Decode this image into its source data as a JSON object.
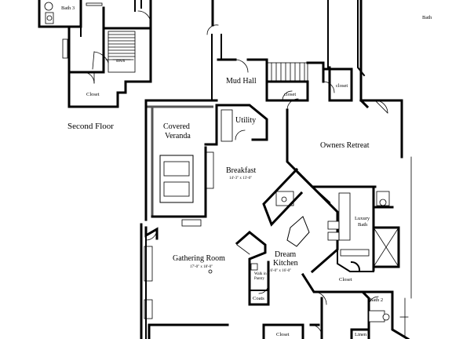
{
  "plan": {
    "second_floor_title": "Second Floor",
    "rooms": {
      "bath3": "Bath 3",
      "closet_upper": "Closet",
      "stair_dn": "down",
      "mud_hall": "Mud Hall",
      "closet_mud": "closet",
      "closet_mud2": "closet",
      "utility": "Utility",
      "covered_veranda_1": "Covered",
      "covered_veranda_2": "Veranda",
      "breakfast": "Breakfast",
      "breakfast_dim": "14'-3\" x 13'-0\"",
      "owners_retreat": "Owners Retreat",
      "luxury_bath_1": "Luxury",
      "luxury_bath_2": "Bath",
      "gathering_room": "Gathering Room",
      "gathering_dim": "17'-0\" x 18'-0\"",
      "dream_kitchen_1": "Dream",
      "dream_kitchen_2": "Kitchen",
      "kitchen_dim": "16'-0\" x 16'-0\"",
      "walk_in_pantry_1": "Walk in",
      "walk_in_pantry_2": "Pantry",
      "coats": "Coats",
      "closet_owner": "Closet",
      "bath2": "Bath 2",
      "closet_bottom": "Closet",
      "linen": "Linen",
      "bath_top_right": "Bath"
    }
  }
}
